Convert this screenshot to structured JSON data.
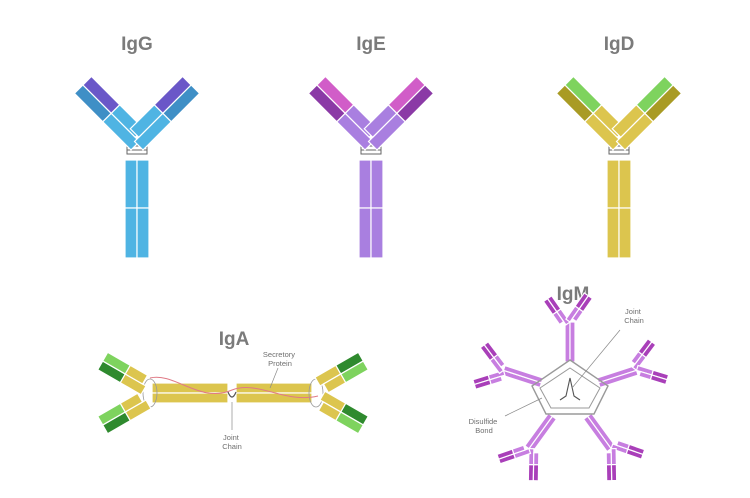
{
  "titles": {
    "igg": "IgG",
    "ige": "IgE",
    "igd": "IgD",
    "iga": "IgA",
    "igm": "IgM"
  },
  "labels": {
    "iga_secretory": [
      "Secretory",
      "Protein"
    ],
    "iga_joint": [
      "Joint",
      "Chain"
    ],
    "igm_joint": [
      "Joint",
      "Chain"
    ],
    "igm_disulfide": [
      "Disulfide",
      "Bond"
    ]
  },
  "colors": {
    "igg": {
      "heavy": "#4fb4e3",
      "light": "#6a57c8",
      "light_inner": "#3f8fc6"
    },
    "ige": {
      "heavy": "#a97fe0",
      "light": "#d15dc8",
      "light_inner": "#8b3aa6"
    },
    "igd": {
      "heavy": "#dcc54e",
      "light": "#7ed35e",
      "light_inner": "#a99b24"
    },
    "iga": {
      "heavy": "#dcc54e",
      "light": "#7ed35e",
      "light_inner": "#2f8a2e",
      "chain": "#e07a86"
    },
    "igm": {
      "heavy": "#c77ee0",
      "light": "#a93fb9",
      "chain": "#8a8a8a"
    }
  }
}
